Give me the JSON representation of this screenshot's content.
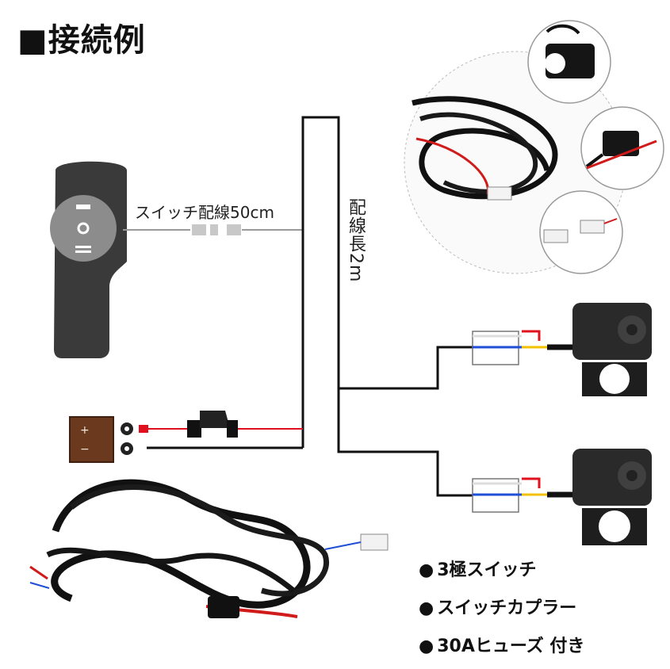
{
  "title": "■接続例",
  "switch_wire_label": "スイッチ配線50cm",
  "wire_length_label": "配線長2m",
  "battery": {
    "plus": "+",
    "minus": "−"
  },
  "features": [
    {
      "bullet": "●",
      "text": "3極スイッチ"
    },
    {
      "bullet": "●",
      "text": "スイッチカプラー"
    },
    {
      "bullet": "●",
      "text": "30Aヒューズ 付き"
    }
  ],
  "colors": {
    "wire_main": "#111111",
    "wire_switch": "#9a9a9a",
    "wire_red": "#e0101e",
    "wire_blue": "#1f4fd6",
    "wire_yellow": "#f2c200",
    "switch_body": "#3a3a3a",
    "switch_rocker": "#8c8c8c"
  }
}
